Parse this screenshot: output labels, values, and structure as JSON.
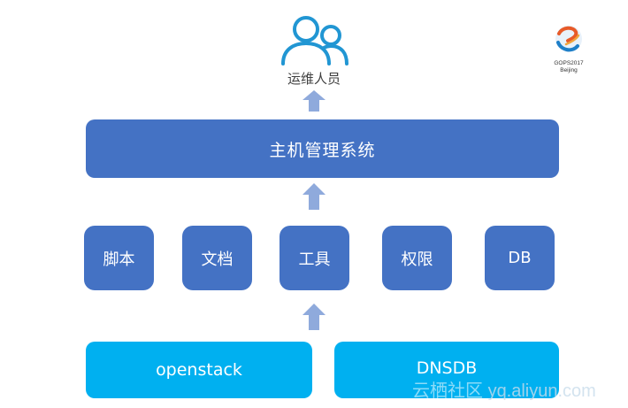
{
  "top": {
    "icon": "people-icon",
    "label": "运维人员"
  },
  "logo": {
    "icon": "gops-logo-icon",
    "line1": "GOPS2017",
    "line2": "Beijing"
  },
  "system": {
    "label": "主机管理系统"
  },
  "modules": [
    {
      "label": "脚本"
    },
    {
      "label": "文档"
    },
    {
      "label": "工具"
    },
    {
      "label": "权限"
    },
    {
      "label": "DB"
    }
  ],
  "sources": [
    {
      "label": "openstack"
    },
    {
      "label": "DNSDB"
    }
  ],
  "arrows": [
    "arrow-up-icon",
    "arrow-up-icon",
    "arrow-up-icon"
  ],
  "watermark": {
    "cn": "云栖社区",
    "url": "yq.aliyun.com"
  },
  "colors": {
    "dark_box": "#4472C4",
    "light_box": "#00B0F0",
    "arrow": "#8FAADC",
    "people_icon": "#1E90D2"
  }
}
